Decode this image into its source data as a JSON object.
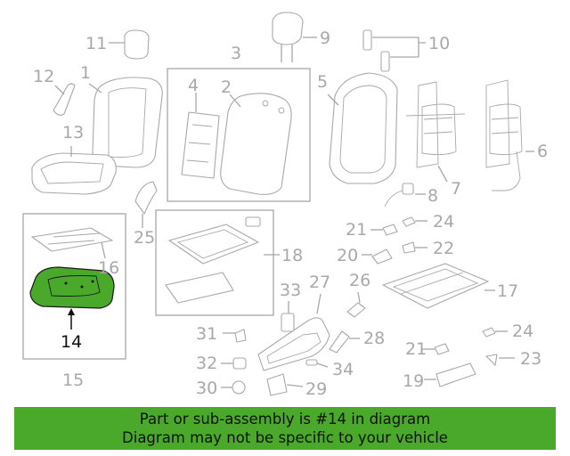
{
  "diagram": {
    "highlight_color": "#4aa82b",
    "callouts": {
      "c1": "1",
      "c2": "2",
      "c3": "3",
      "c4": "4",
      "c5": "5",
      "c6": "6",
      "c7": "7",
      "c8": "8",
      "c9": "9",
      "c10": "10",
      "c11": "11",
      "c12": "12",
      "c13": "13",
      "c14": "14",
      "c15": "15",
      "c16": "16",
      "c17": "17",
      "c18": "18",
      "c19": "19",
      "c20": "20",
      "c21a": "21",
      "c21b": "21",
      "c22": "22",
      "c23": "23",
      "c24a": "24",
      "c24b": "24",
      "c25": "25",
      "c26": "26",
      "c27": "27",
      "c28": "28",
      "c29": "29",
      "c30": "30",
      "c31": "31",
      "c32": "32",
      "c33": "33",
      "c34": "34"
    }
  },
  "banner": {
    "line1": "Part or sub-assembly is #14 in diagram",
    "line2": "Diagram may not be specific to your vehicle"
  }
}
